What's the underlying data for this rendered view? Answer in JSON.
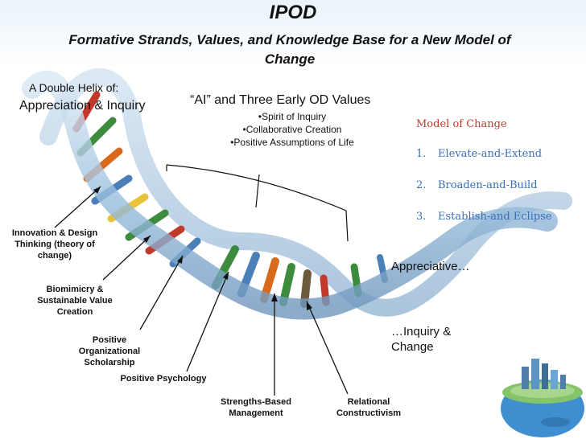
{
  "title": "IPOD",
  "subtitle": "Formative  Strands, Values, and Knowledge Base for a New Model of Change",
  "helix": {
    "line1": "A Double Helix of:",
    "line2": "Appreciation & Inquiry"
  },
  "ai_values": {
    "heading": "“AI” and Three Early OD Values",
    "items": [
      "•Spirit of Inquiry",
      "•Collaborative Creation",
      "•Positive Assumptions of Life"
    ]
  },
  "model_of_change": {
    "title": "Model of Change",
    "items": [
      {
        "num": "1.",
        "label": "Elevate-and-Extend"
      },
      {
        "num": "2.",
        "label": "Broaden-and-Build"
      },
      {
        "num": "3.",
        "label": "Establish-and Eclipse"
      }
    ]
  },
  "appreciative": "Appreciative…",
  "inquiry_change": {
    "line1": "…Inquiry &",
    "line2": "Change"
  },
  "strands": {
    "innovation": "Innovation & Design Thinking (theory of change)",
    "biomimicry": "Biomimicry & Sustainable Value Creation",
    "pos": "Positive Organizational Scholarship",
    "positive_psychology": "Positive Psychology",
    "strengths": "Strengths-Based Management",
    "relational": "Relational Constructivism"
  },
  "colors": {
    "accent_red": "#c0392b",
    "accent_blue": "#3a6fb8",
    "helix_blue": "#9cc0df"
  }
}
